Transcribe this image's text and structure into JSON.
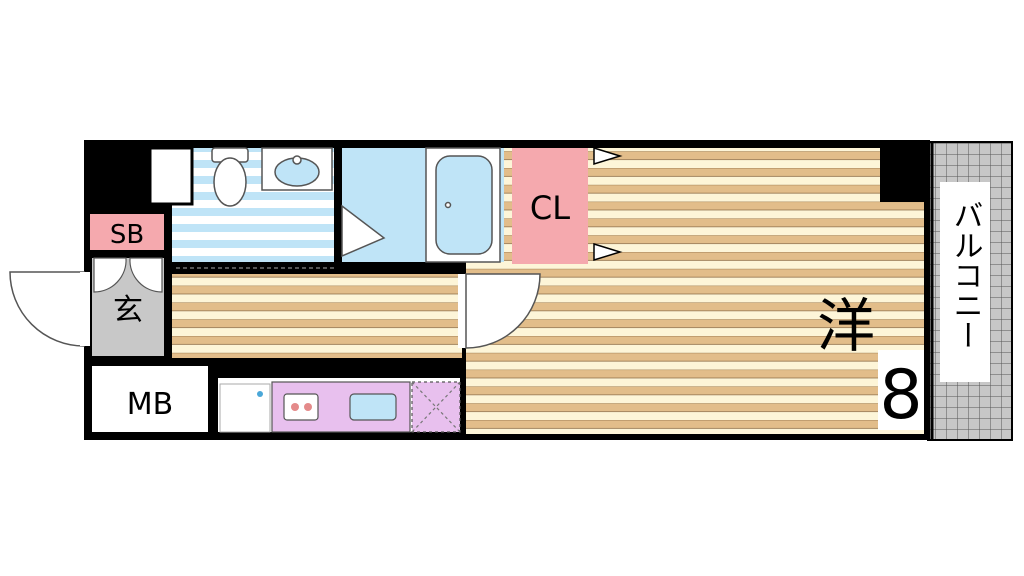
{
  "labels": {
    "shoe_box": "SB",
    "entrance": "玄",
    "meter_box": "MB",
    "closet": "CL",
    "western_room": "洋",
    "room_size": "8",
    "balcony": "バルコニー"
  },
  "colors": {
    "wall": "#000000",
    "floor_stripe_tan": "#e2bd8a",
    "floor_stripe_cream": "#fdf5d8",
    "bath_blue": "#bfe4f7",
    "closet_pink": "#f5a9ae",
    "shoe_box_pink": "#f5a9ae",
    "kitchen_purple": "#e8c0ee",
    "entrance_gray": "#c8c8c8",
    "balcony_gray": "#bdbdbd"
  }
}
